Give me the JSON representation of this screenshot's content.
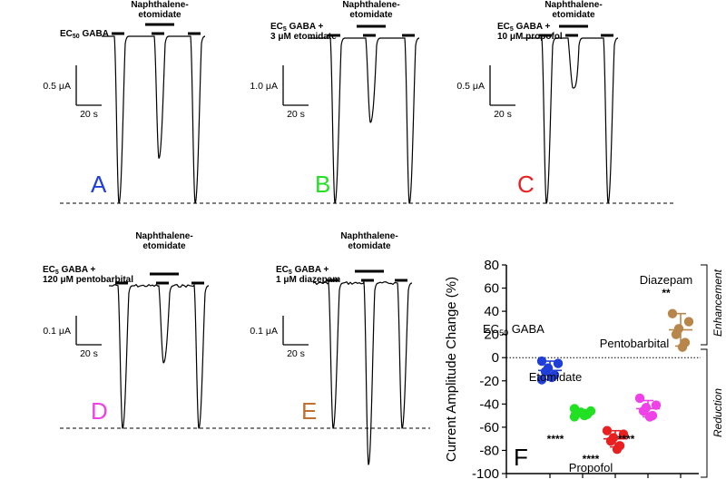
{
  "panels": [
    {
      "letter": "A",
      "letter_color": "#1F3FD8",
      "condition": "EC50 GABA",
      "cond_lines": [
        {
          "main": "EC",
          "sub": "50",
          "rest": " GABA"
        }
      ],
      "drug_label": [
        "Naphthalene-",
        "etomidate"
      ],
      "scale_current": "0.5 μA",
      "scale_time": "20 s",
      "responses": [
        1.0,
        0.73,
        1.0
      ]
    },
    {
      "letter": "B",
      "letter_color": "#22E022",
      "condition": "EC5 GABA + 3 μM etomidate",
      "cond_lines": [
        {
          "main": "EC",
          "sub": "5",
          "rest": " GABA +"
        },
        {
          "main": "3 μM etomidate",
          "sub": "",
          "rest": ""
        }
      ],
      "drug_label": [
        "Naphthalene-",
        "etomidate"
      ],
      "scale_current": "1.0 μA",
      "scale_time": "20 s",
      "responses": [
        1.0,
        0.51,
        1.0
      ]
    },
    {
      "letter": "C",
      "letter_color": "#E82020",
      "condition": "EC5 GABA + 10 μM propofol",
      "cond_lines": [
        {
          "main": "EC",
          "sub": "5",
          "rest": " GABA +"
        },
        {
          "main": "10 μM propofol",
          "sub": "",
          "rest": ""
        }
      ],
      "drug_label": [
        "Naphthalene-",
        "etomidate"
      ],
      "scale_current": "0.5 μA",
      "scale_time": "20 s",
      "responses": [
        1.0,
        0.3,
        1.0
      ]
    },
    {
      "letter": "D",
      "letter_color": "#F040E8",
      "condition": "EC5 GABA + 120 μM pentobarbital",
      "cond_lines": [
        {
          "main": "EC",
          "sub": "5",
          "rest": " GABA +"
        },
        {
          "main": "120 μM pentobarbital",
          "sub": "",
          "rest": ""
        }
      ],
      "drug_label": [
        "Naphthalene-",
        "etomidate"
      ],
      "scale_current": "0.1 μA",
      "scale_time": "20 s",
      "responses": [
        1.0,
        0.54,
        1.0
      ]
    },
    {
      "letter": "E",
      "letter_color": "#C07030",
      "condition": "EC5 GABA + 1 μM diazepam",
      "cond_lines": [
        {
          "main": "EC",
          "sub": "5",
          "rest": " GABA +"
        },
        {
          "main": "1 μM diazepam",
          "sub": "",
          "rest": ""
        }
      ],
      "drug_label": [
        "Naphthalene-",
        "etomidate"
      ],
      "scale_current": "0.1 μA",
      "scale_time": "20 s",
      "responses": [
        1.0,
        1.25,
        1.0
      ]
    }
  ],
  "chart_data": {
    "type": "scatter",
    "panel_letter": "F",
    "ylabel": "Current Amplitude Change (%)",
    "ylim": [
      -100,
      80
    ],
    "yticks": [
      80,
      60,
      40,
      20,
      0,
      -20,
      -40,
      -60,
      -80,
      -100
    ],
    "zero_line": "dotted",
    "side_labels": {
      "upper": "Enhancement",
      "lower": "Reduction"
    },
    "groups": [
      {
        "name": "EC50 GABA",
        "name_main": "EC",
        "name_sub": "50",
        "name_rest": " GABA",
        "color": "#1F3FD8",
        "mean": -11,
        "sd": 8,
        "significance": "",
        "points": [
          -3,
          -5,
          -9,
          -12,
          -15,
          -17,
          -19
        ]
      },
      {
        "name": "Etomidate",
        "color": "#22E022",
        "mean": -48,
        "sd": 3,
        "significance": "****",
        "points": [
          -44,
          -46,
          -47,
          -48,
          -49,
          -50,
          -51
        ]
      },
      {
        "name": "Propofol",
        "color": "#E82020",
        "mean": -70,
        "sd": 7,
        "significance": "****",
        "points": [
          -63,
          -66,
          -69,
          -72,
          -76,
          -79
        ]
      },
      {
        "name": "Pentobarbital",
        "color": "#F040E8",
        "mean": -44,
        "sd": 7,
        "significance": "****",
        "points": [
          -35,
          -41,
          -43,
          -46,
          -50,
          -51
        ]
      },
      {
        "name": "Diazepam",
        "color": "#B8864B",
        "mean": 24,
        "sd": 14,
        "significance": "**",
        "points": [
          38,
          31,
          25,
          20,
          13,
          9
        ]
      }
    ]
  }
}
